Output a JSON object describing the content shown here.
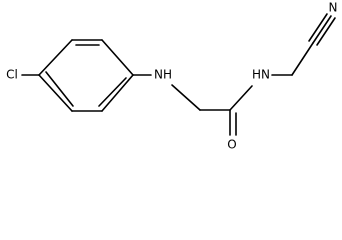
{
  "structure": {
    "atoms": {
      "cl": "Cl",
      "nh_aniline": "NH",
      "nh_amide": "HN",
      "o": "O",
      "n_nitrile": "N"
    }
  }
}
